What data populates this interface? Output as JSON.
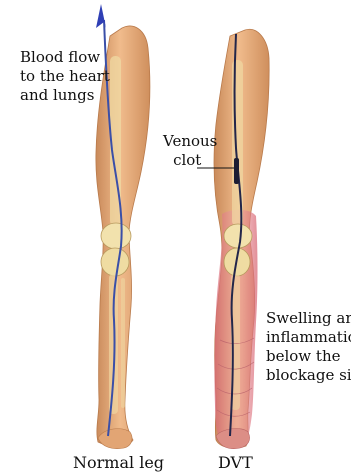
{
  "labels": {
    "blood_flow": [
      "Blood flow",
      "to the heart",
      "and lungs"
    ],
    "venous_clot": [
      "Venous",
      "clot"
    ],
    "swelling": [
      "Swelling and",
      "inflammation",
      "below the",
      "blockage site"
    ]
  },
  "captions": {
    "normal": "Normal leg",
    "dvt": "DVT"
  },
  "colors": {
    "skin": "#e6ae7c",
    "skin_shadow": "#c98a5a",
    "bone": "#f1dfa8",
    "vein_normal": "#3a4fa8",
    "vein_dvt": "#23264a",
    "inflamed": "#d9727b",
    "arrow": "#2f3fb5"
  }
}
